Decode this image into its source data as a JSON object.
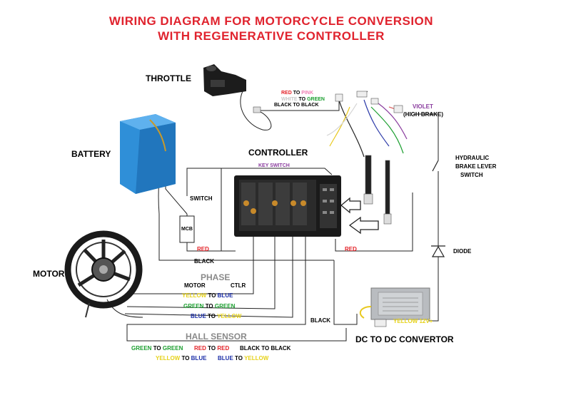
{
  "title_line1": "WIRING DIAGRAM FOR MOTORCYCLE CONVERSION",
  "title_line2": "WITH REGENERATIVE CONTROLLER",
  "components": {
    "throttle": "THROTTLE",
    "battery": "BATTERY",
    "controller": "CONTROLLER",
    "key_switch": "KEY SWITCH",
    "switch": "SWITCH",
    "mcb": "MCB",
    "motor": "MOTOR",
    "hydraulic_line1": "HYDRAULIC",
    "hydraulic_line2": "BRAKE LEVER",
    "hydraulic_line3": "SWITCH",
    "diode": "DIODE",
    "dc_dc": "DC TO DC CONVERTOR",
    "violet": "VIOLET",
    "high_brake": "(HIGH BRAKE)"
  },
  "throttle_wiring": [
    {
      "a": "RED",
      "to": "TO",
      "b": "PINK"
    },
    {
      "a": "WHITE",
      "to": "TO",
      "b": "GREEN"
    },
    {
      "a": "BLACK",
      "to": "TO",
      "b": "BLACK"
    }
  ],
  "wires": {
    "red_left": "RED",
    "black_left": "BLACK",
    "red_right": "RED",
    "black_bottom": "BLACK",
    "yellow_12v": "YELLOW  12V+"
  },
  "phase": {
    "header": "PHASE",
    "col_motor": "MOTOR",
    "col_ctlr": "CTLR",
    "rows": [
      {
        "a": "YELLOW",
        "to": "TO",
        "b": "BLUE"
      },
      {
        "a": "GREEN",
        "to": "TO",
        "b": "GREEN"
      },
      {
        "a": "BLUE",
        "to": "TO",
        "b": "YELLOW"
      }
    ]
  },
  "hall": {
    "header": "HALL SENSOR",
    "row1": [
      {
        "a": "GREEN",
        "to": "TO",
        "b": "GREEN"
      },
      {
        "a": "RED",
        "to": "TO",
        "b": "RED"
      },
      {
        "a": "BLACK",
        "to": "TO",
        "b": "BLACK"
      }
    ],
    "row2": [
      {
        "a": "YELLOW",
        "to": "TO",
        "b": "BLUE"
      },
      {
        "a": "BLUE",
        "to": "TO",
        "b": "YELLOW"
      }
    ]
  },
  "colors": {
    "title": "#e0232e",
    "controller_body": "#1a1a1a",
    "battery": "#2f8fd8",
    "converter": "#b9bcc0",
    "wire": "#222222"
  }
}
